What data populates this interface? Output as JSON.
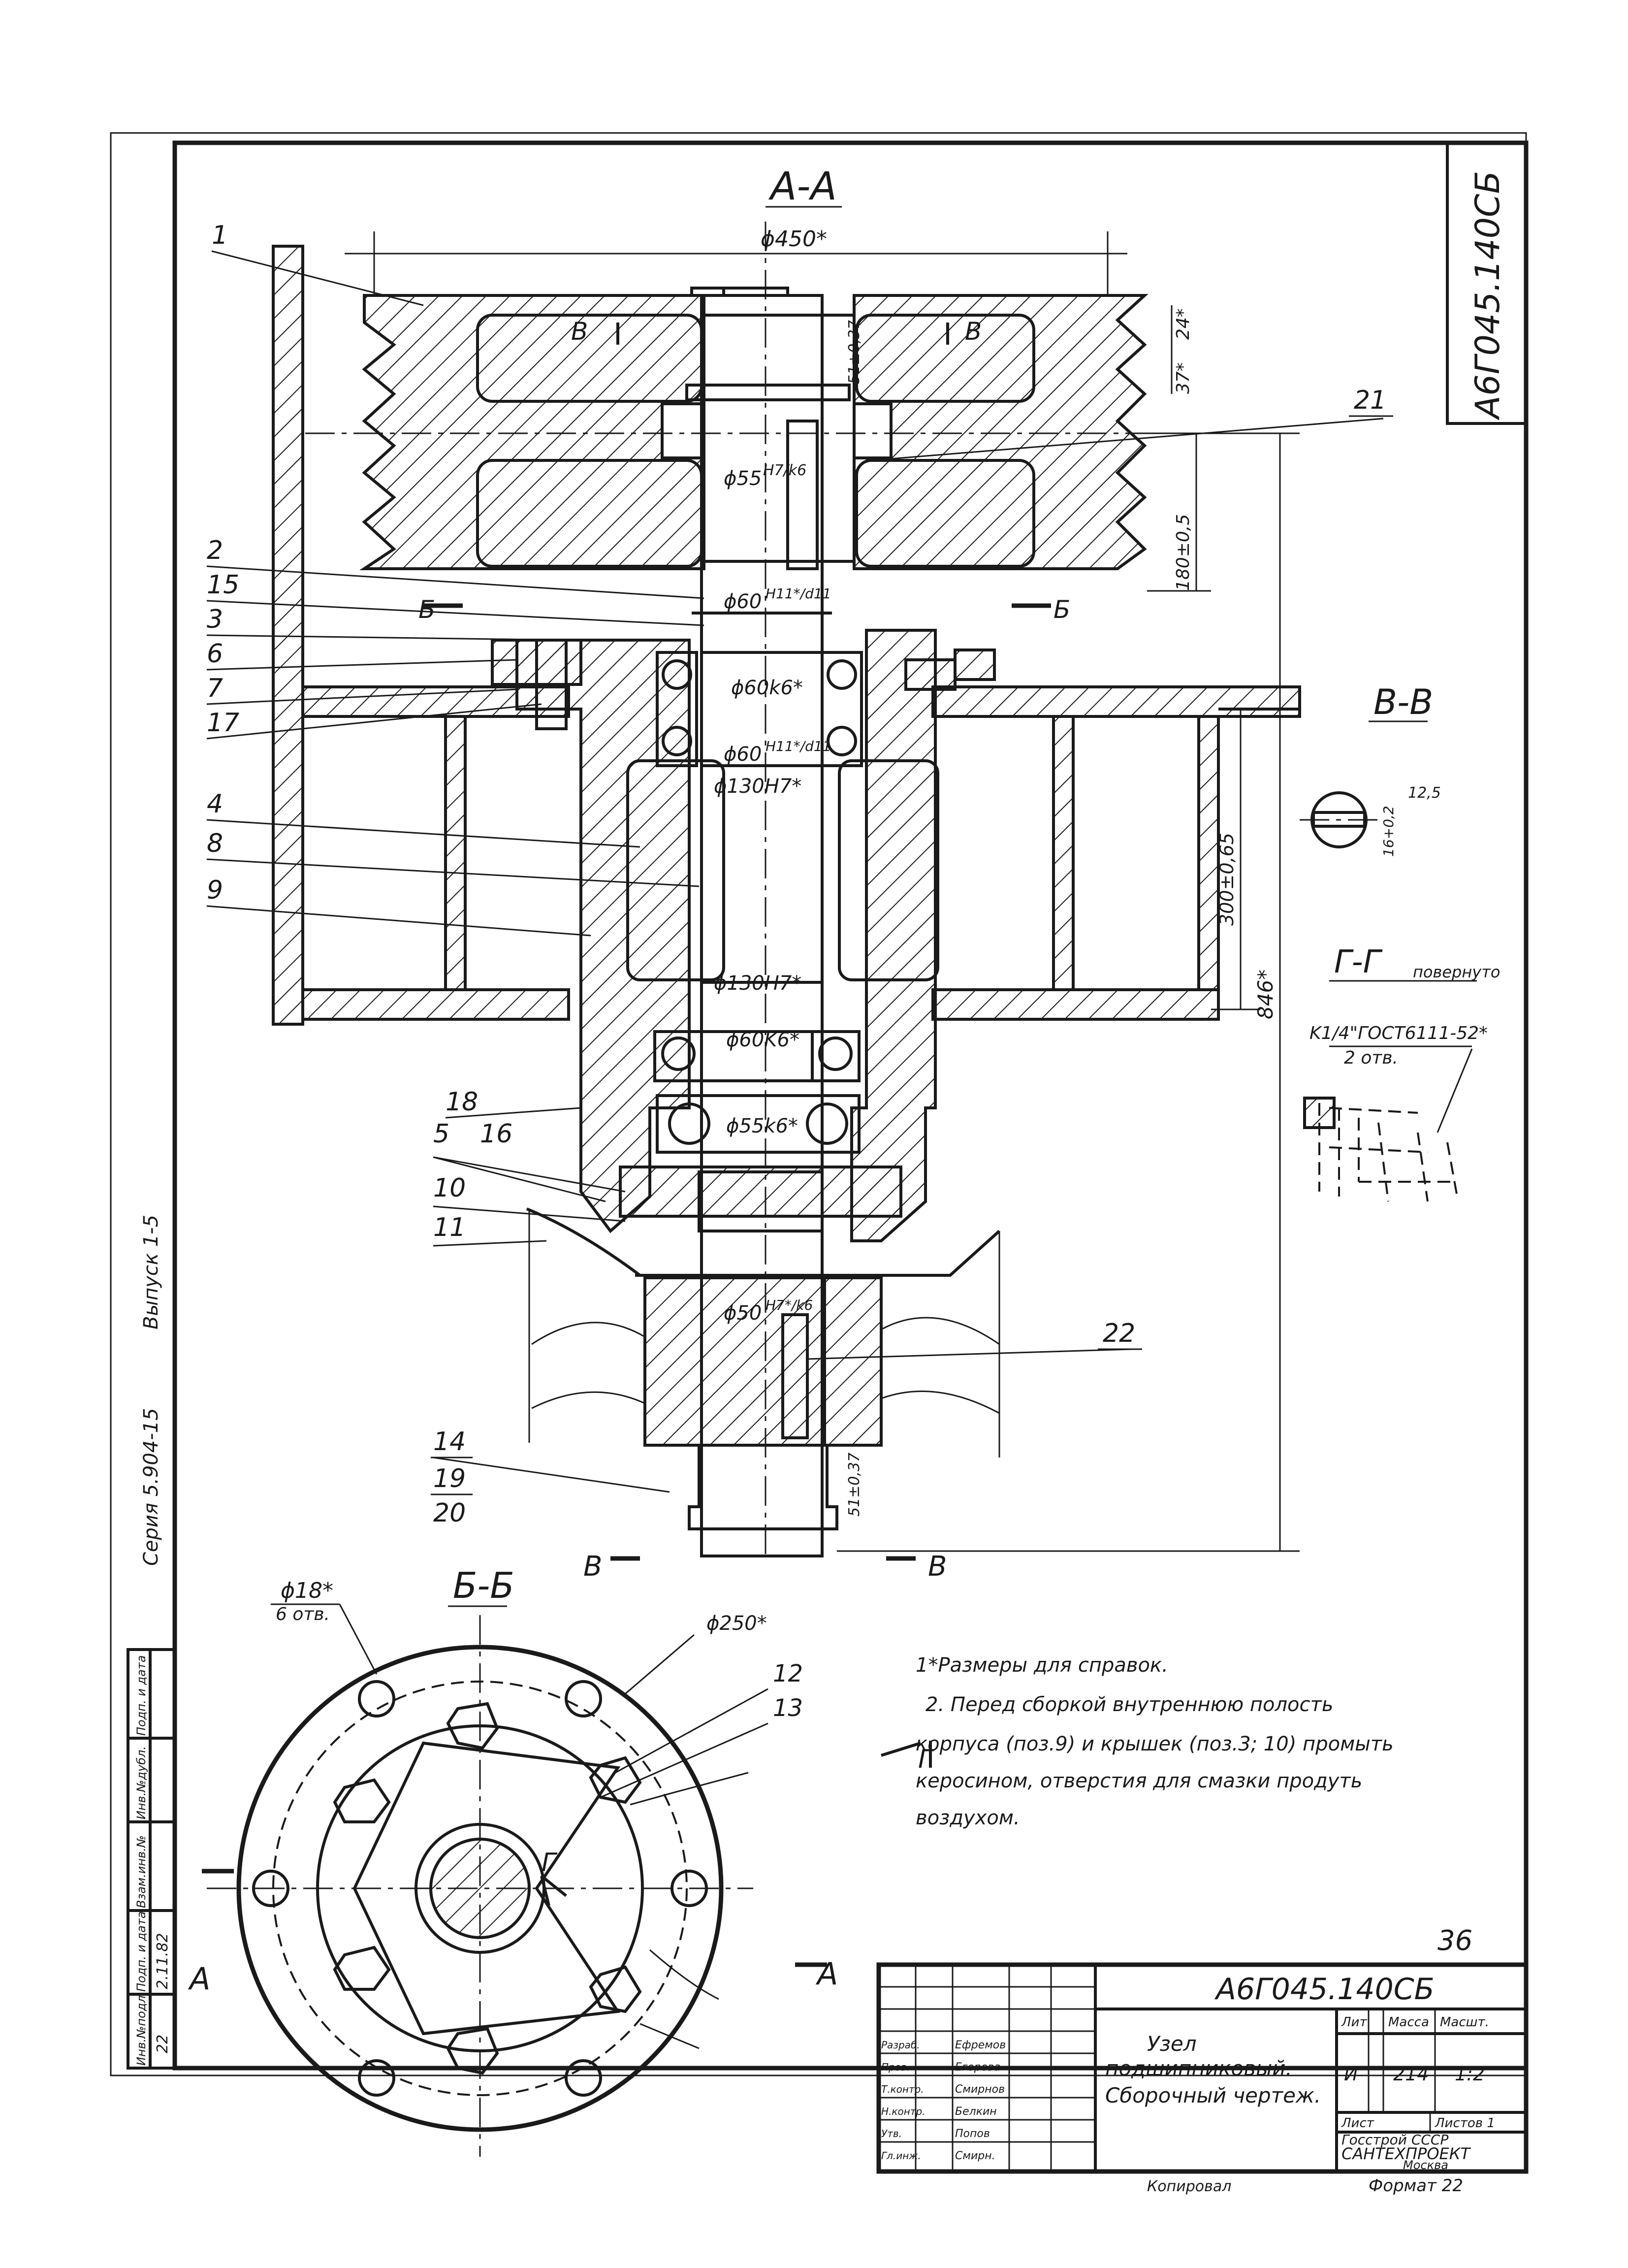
{
  "drawing": {
    "code_rotated": "А6Г045.140СБ",
    "section_main": "А-А",
    "section_b": "Б-Б",
    "section_vb": "В-В",
    "section_gg": "Г-Г",
    "gg_note": "повернуто",
    "thread_note": "K1/4\"ГОСТ6111-52*",
    "thread_holes": "2 отв."
  },
  "positions": [
    "1",
    "2",
    "15",
    "3",
    "6",
    "7",
    "17",
    "4",
    "8",
    "9",
    "18",
    "5",
    "16",
    "10",
    "11",
    "14",
    "19",
    "20",
    "21",
    "22",
    "12",
    "13"
  ],
  "dimensions": {
    "d450": "ϕ450*",
    "d55_hub": "ϕ55",
    "d55_hub_fit": "H7/k6",
    "d60_dh": "ϕ60",
    "d60_dh_fit": "H11*/d11",
    "d60_k6": "ϕ60k6*",
    "d60_dh2": "ϕ60",
    "d60_dh2_fit": "H11*/d11",
    "d130_top": "ϕ130H7*",
    "d130_bottom": "ϕ130H7*",
    "d60_k6_bottom": "ϕ60K6*",
    "d55_k6": "ϕ55k6*",
    "d50": "ϕ50",
    "d50_fit": "H7*/k6",
    "key_top": "51±0,37",
    "key_bottom": "51±0,37",
    "d24": "24*",
    "d37": "37*",
    "d180": "180±0,5",
    "d300": "300±0,65",
    "d846": "846*",
    "d18": "ϕ18*",
    "holes6": "6 отв.",
    "d250": "ϕ250*",
    "vb_rough": "12,5",
    "vb_dim": "16+0,2"
  },
  "markers": {
    "b": "Б",
    "v": "В",
    "a": "А",
    "g": "Г"
  },
  "side_stamp": {
    "series": "Серия 5.904-15",
    "issue": "Выпуск 1-5",
    "columns": [
      "Инв.№подл.",
      "Подп. и дата",
      "Взам.инв.№",
      "Инв.№дубл.",
      "Подп. и дата"
    ],
    "values": [
      "22",
      "2.11.82"
    ]
  },
  "notes": [
    "1*Размеры для справок.",
    "2. Перед сборкой внутреннюю полость",
    "корпуса (поз.9) и крышек (поз.3; 10) промыть",
    "керосином, отверстия для смазки продуть",
    "воздухом."
  ],
  "sheet_number": "36",
  "title_block": {
    "code": "А6Г045.140СБ",
    "title": [
      "Узел",
      "подшипниковый.",
      "Сборочный чертеж."
    ],
    "headers": [
      "Лит.",
      "Масса",
      "Масшт."
    ],
    "lit": "И",
    "mass": "214",
    "scale": "1:2",
    "sheet": "Лист",
    "sheets": "Листов 1",
    "org": [
      "Госстрой СССР",
      "САНТЕХПРОЕКТ",
      "Москва"
    ],
    "roles": [
      "Разраб.",
      "Пров.",
      "Т.контр.",
      "Н.контр.",
      "Утв.",
      "Гл.инж."
    ],
    "names": [
      "Ефремов",
      "Егорова",
      "Смирнов",
      "Белкин",
      "Попов",
      "Смирн."
    ]
  },
  "footer": {
    "copy": "Копировал",
    "format": "Формат 22"
  }
}
